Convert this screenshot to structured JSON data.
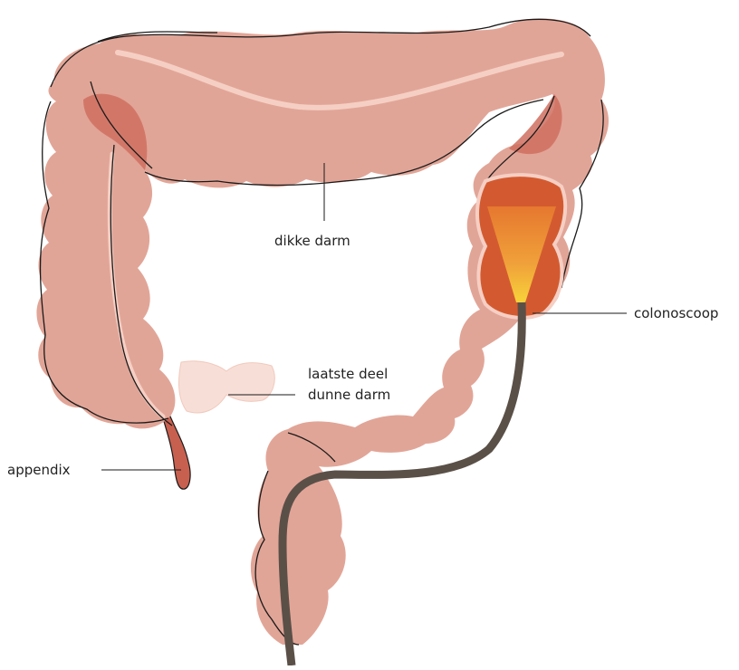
{
  "labels": {
    "dikke_darm": "dikke darm",
    "colonoscoop": "colonoscoop",
    "dunne_darm_line1": "laatste deel",
    "dunne_darm_line2": "dunne darm",
    "appendix": "appendix"
  },
  "colors": {
    "colon_fill": "#e1a597",
    "colon_shadow": "#cf6e5f",
    "colon_highlight": "#f6cfc4",
    "outline": "#1a1a1a",
    "small_intestine": "#f7dfd7",
    "appendix": "#c8604f",
    "scope_tube": "#5a5048",
    "scope_light_top": "#e6782f",
    "scope_light_bottom": "#f8d23a",
    "scope_chamber": "#d35a30"
  }
}
